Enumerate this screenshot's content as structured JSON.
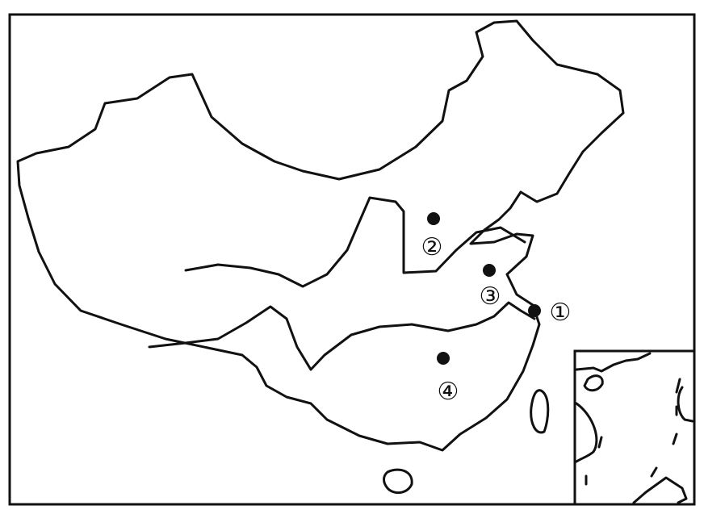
{
  "map": {
    "markers": [
      {
        "id": "1",
        "label": "①"
      },
      {
        "id": "2",
        "label": "②"
      },
      {
        "id": "3",
        "label": "③"
      },
      {
        "id": "4",
        "label": "④"
      }
    ],
    "colors": {
      "line": "#111111",
      "background": "#ffffff"
    }
  }
}
